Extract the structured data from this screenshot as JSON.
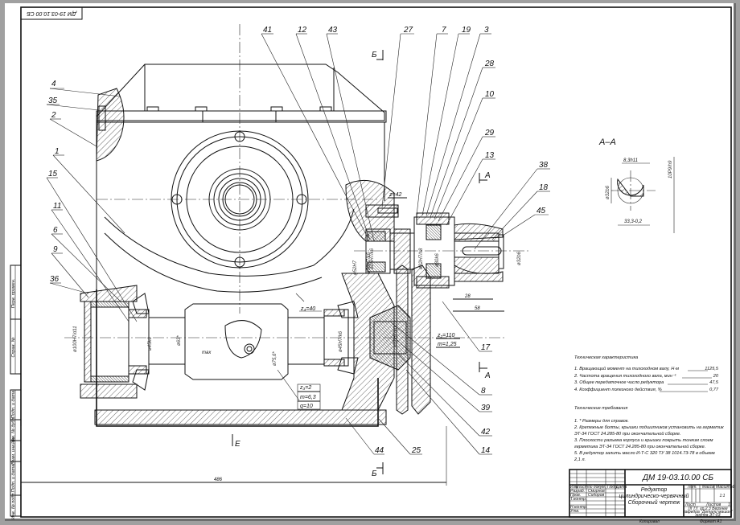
{
  "document": {
    "designation": "ДМ 19-03.10.00 СБ",
    "designation_rotated": "ДМ 19-03.10.00 СБ",
    "title_lines": [
      "Редуктор",
      "цилиндрическо-червячный",
      "Сборочный чертеж"
    ],
    "organization": [
      "ЛГТУ, гр.2.3 Верхнее",
      "кафедра \"Детали машин\"",
      "группа ЭТ-03"
    ],
    "scale": "1:1",
    "sheet_label": "Лист",
    "sheets_label": "Листов",
    "sheets_count": "1",
    "mass_label": "Масса",
    "scale_label": "Масштаб",
    "lit_label": "Лит.",
    "copied": "Копировал",
    "format": "Формат  А1"
  },
  "title_block": {
    "rows_left": [
      {
        "a": "Изм.",
        "b": "Лист",
        "c": "№ докум.",
        "d": "Подп.",
        "e": "Дата"
      },
      {
        "a": "Разраб.",
        "b": "",
        "c": "Смирнов",
        "d": "",
        "e": ""
      },
      {
        "a": "Пров.",
        "b": "",
        "c": "Сидоров",
        "d": "",
        "e": ""
      },
      {
        "a": "Т.контр.",
        "b": "",
        "c": "",
        "d": "",
        "e": ""
      },
      {
        "a": "Н.контр.",
        "b": "",
        "c": "",
        "d": "",
        "e": ""
      },
      {
        "a": "Утв.",
        "b": "",
        "c": "",
        "d": "",
        "e": ""
      }
    ]
  },
  "side_stamp": {
    "upper": [
      "Перв. примен.",
      "Справ. №"
    ],
    "lower": [
      "Подп. и дата",
      "Инв. № дубл.",
      "Взам. инв. №",
      "Подп. и дата",
      "Инв. № подл."
    ]
  },
  "section_label": "А–А",
  "section_marks": {
    "a": "А",
    "b": "Б",
    "e": "Е"
  },
  "section_dims": {
    "width": "8,3h11",
    "depth": "33,3-0,2",
    "diameter": "ø32b6",
    "key": "10P9/h9"
  },
  "part_labels": {
    "left": [
      "4",
      "35",
      "2",
      "1",
      "15",
      "11",
      "6",
      "9",
      "36"
    ],
    "top": [
      "41",
      "12",
      "43",
      "27",
      "7",
      "19",
      "3"
    ],
    "right": [
      "28",
      "10",
      "29",
      "13",
      "38",
      "18",
      "45",
      "17",
      "8",
      "39",
      "42",
      "14"
    ],
    "bottom": [
      "44",
      "25"
    ]
  },
  "gear_params": {
    "worm_wheel": "z₄=40",
    "worm": [
      "z₃=2",
      "m=6,3",
      "q=10"
    ],
    "pinion": "z=42",
    "gear": [
      "z₂=110",
      "m=1,25"
    ]
  },
  "dimensions": {
    "overall": "486",
    "d28": "28",
    "d58": "58",
    "fits": [
      "ø100H7/d11",
      "ø45k6",
      "ø63*",
      "ø75,6*",
      "ø45H7/k6",
      "ø50H7/k6",
      "ø25H7/k6",
      "ø32H7/k6",
      "ø32H7/h8",
      "ø30k6",
      "ø52H7",
      "ø32b6"
    ],
    "max_label": "max"
  },
  "tech_specs": {
    "heading": "Техническая характеристика",
    "items": [
      {
        "text": "1. Вращающий момент на тихоходном валу, Н·м",
        "value": "1125,5"
      },
      {
        "text": "2. Частота вращения тихоходного вала, мин⁻¹",
        "value": "20"
      },
      {
        "text": "3. Общее передаточное число редуктора",
        "value": "47,5"
      },
      {
        "text": "4. Коэффициент полезного действия, %",
        "value": "0,77"
      }
    ]
  },
  "tech_requirements": {
    "heading": "Технические требования",
    "items": [
      "1. * Размеры для справок.",
      "2. Крепежные болты, крышки подшипников установить на герметик",
      "ЭТ-34 ГОСТ 24.285-80 при окончательной сборке.",
      "3. Плоскости разъема корпуса и крышки покрыть тонким слоем",
      "герметика ЭТ-34 ГОСТ 24.285-80 при окончательной сборке.",
      "5. В редуктор залить масло И-Т-С 320 ТУ 38 1014.73-78 в объеме",
      "2,1 л."
    ]
  }
}
